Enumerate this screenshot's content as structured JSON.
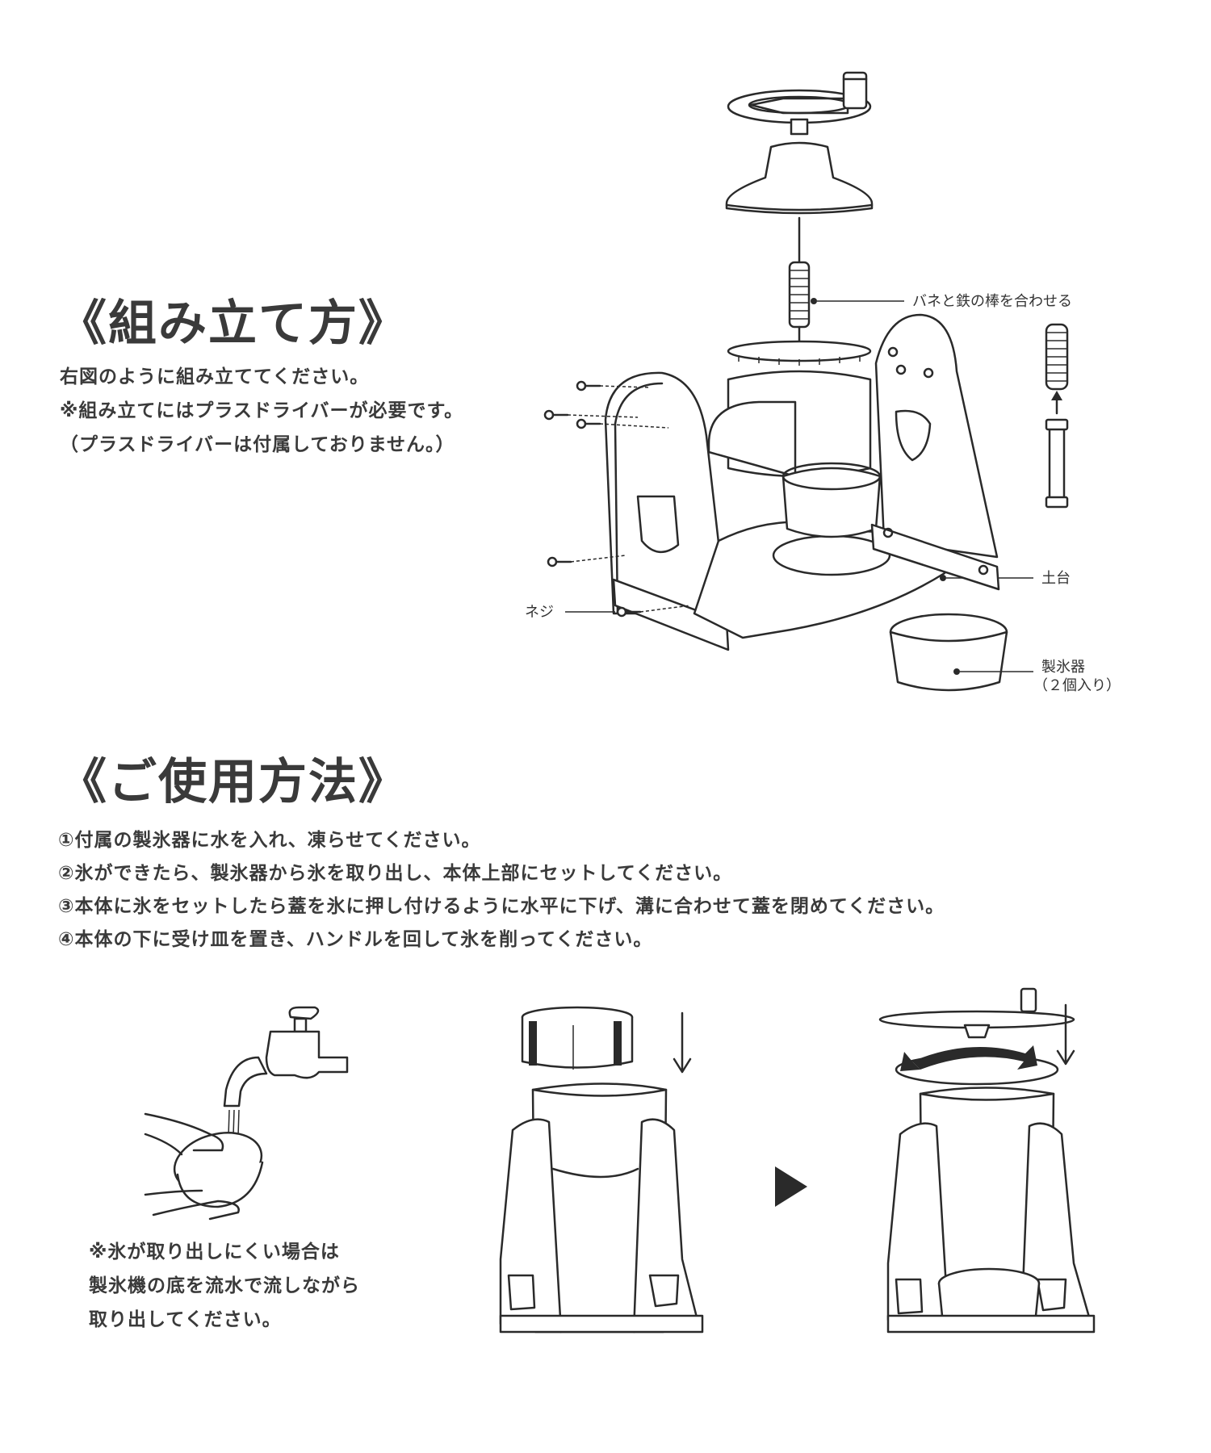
{
  "assembly": {
    "heading": "《組み立て方》",
    "description_lines": [
      "右図のように組み立ててください。",
      "※組み立てにはプラスドライバーが必要です。",
      "（プラスドライバーは付属しておりません。）"
    ],
    "labels": {
      "spring": "バネと鉄の棒を合わせる",
      "base": "土台",
      "ice_maker_line1": "製氷器",
      "ice_maker_line2": "（２個入り）",
      "screw": "ネジ"
    }
  },
  "usage": {
    "heading": "《ご使用方法》",
    "steps": [
      "①付属の製氷器に水を入れ、凍らせてください。",
      "②氷ができたら、製氷器から氷を取り出し、本体上部にセットしてください。",
      "③本体に氷をセットしたら蓋を氷に押し付けるように水平に下げ、溝に合わせて蓋を閉めてください。",
      "④本体の下に受け皿を置き、ハンドルを回して氷を削ってください。"
    ],
    "note_lines": [
      "※氷が取り出しにくい場合は",
      "製氷機の底を流水で流しながら",
      "取り出してください。"
    ]
  }
}
